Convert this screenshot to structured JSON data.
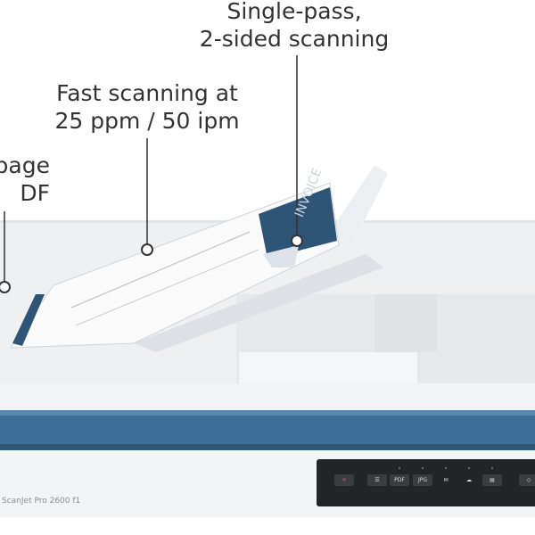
{
  "callouts": {
    "left": {
      "line1": "page",
      "line2": "DF"
    },
    "middle": {
      "line1": "Fast scanning at",
      "line2": "25 ppm / 50 ipm"
    },
    "right": {
      "line1": "Single-pass,",
      "line2": "2-sided scanning"
    }
  },
  "device": {
    "model_label": "ScanJet Pro 2600 f1",
    "document_heading": "INVOICE",
    "accent_color": "#3d6f98",
    "panel_buttons": [
      {
        "icon": "cancel-icon",
        "label": "✕"
      },
      {
        "icon": "menu-icon",
        "label": "☰"
      },
      {
        "icon": "pdf-icon",
        "label": "PDF"
      },
      {
        "icon": "jpg-icon",
        "label": "JPG"
      },
      {
        "icon": "email-icon",
        "label": "✉"
      },
      {
        "icon": "cloud-icon",
        "label": "☁"
      },
      {
        "icon": "document-icon",
        "label": "▤"
      },
      {
        "icon": "start-icon",
        "label": "◇"
      }
    ]
  }
}
